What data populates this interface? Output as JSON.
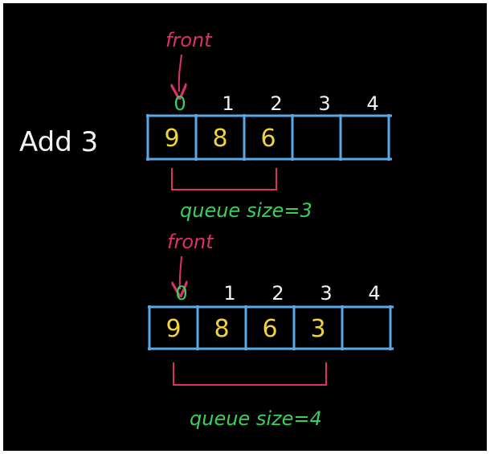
{
  "colors": {
    "background": "#000000",
    "front_label": "#e0306a",
    "box_stroke": "#5aa9e6",
    "index_first": "#38d05a",
    "index_other": "#f2f2f2",
    "cell_value": "#f2d23c",
    "size_label": "#38d05a",
    "bracket": "#e0306a",
    "title": "#f2f2f2"
  },
  "title": "Add 3",
  "queues": [
    {
      "front_label": "front",
      "indices": [
        "0",
        "1",
        "2",
        "3",
        "4"
      ],
      "cells": [
        "9",
        "8",
        "6",
        "",
        ""
      ],
      "size_label": "queue size=3",
      "bracket_span": 3
    },
    {
      "front_label": "front",
      "indices": [
        "0",
        "1",
        "2",
        "3",
        "4"
      ],
      "cells": [
        "9",
        "8",
        "6",
        "3",
        ""
      ],
      "size_label": "queue size=4",
      "bracket_span": 4
    }
  ]
}
